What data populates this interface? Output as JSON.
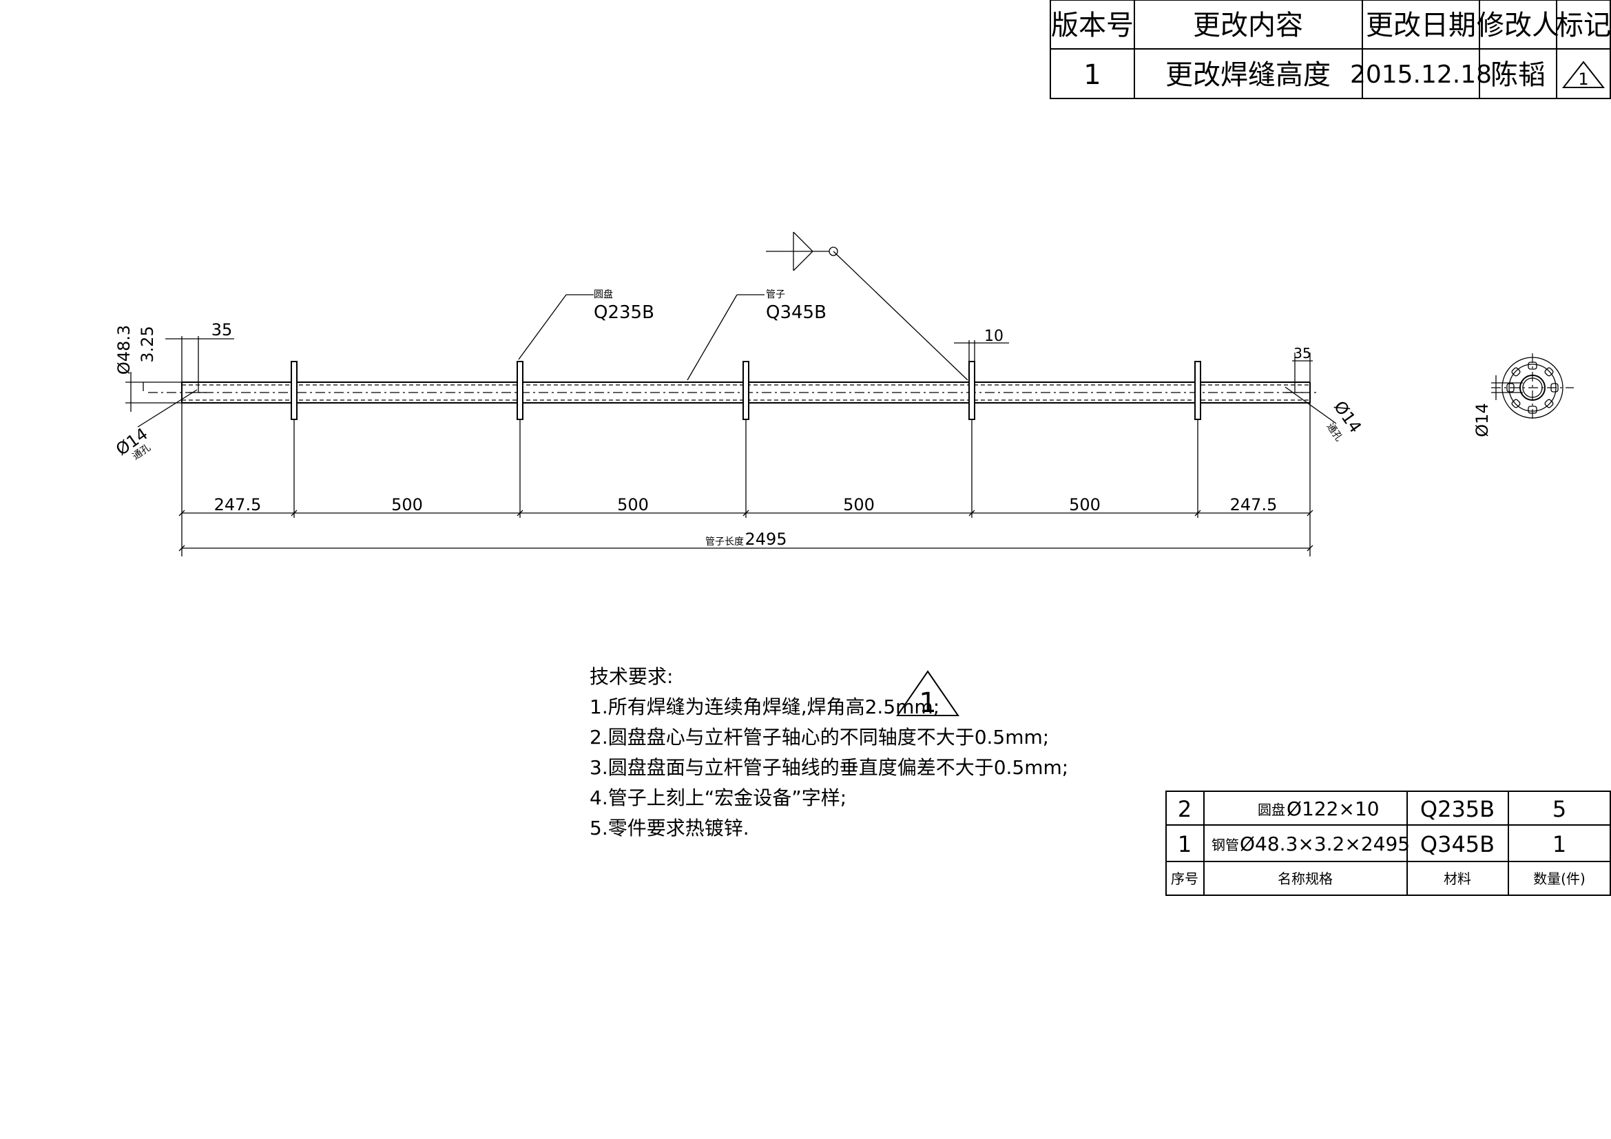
{
  "revision_table": {
    "headers": [
      "版本号",
      "更改内容",
      "更改日期",
      "修改人",
      "标记"
    ],
    "row": {
      "version": "1",
      "content": "更改焊缝高度",
      "date": "2015.12.18",
      "editor": "陈韬",
      "mark": "1"
    }
  },
  "labels": {
    "disc_name": "圆盘",
    "disc_material": "Q235B",
    "pipe_name": "管子",
    "pipe_material": "Q345B",
    "hole_left": "Ø14",
    "hole_left_note": "通孔",
    "hole_right": "Ø14",
    "hole_right_note": "通孔",
    "hole_end_view": "Ø14"
  },
  "dimensions": {
    "outer_dia": "Ø48.3",
    "wall": "3.25",
    "end_left": "35",
    "end_right": "35",
    "disc_thick": "10",
    "segments": [
      "247.5",
      "500",
      "500",
      "500",
      "500",
      "247.5"
    ],
    "total_label": "管子长度",
    "total": "2495"
  },
  "tech_requirements": {
    "title": "技术要求:",
    "items": [
      "1.所有焊缝为连续角焊缝,焊角高2.5mm;",
      "2.圆盘盘心与立杆管子轴心的不同轴度不大于0.5mm;",
      "3.圆盘盘面与立杆管子轴线的垂直度偏差不大于0.5mm;",
      "4.管子上刻上“宏金设备”字样;",
      "5.零件要求热镀锌."
    ],
    "revision_mark": "1"
  },
  "bom": {
    "rows": [
      {
        "no": "2",
        "name_prefix": "圆盘",
        "name_spec": "Ø122×10",
        "material": "Q235B",
        "qty": "5"
      },
      {
        "no": "1",
        "name_prefix": "钢管",
        "name_spec": "Ø48.3×3.2×2495",
        "material": "Q345B",
        "qty": "1"
      }
    ],
    "headers": [
      "序号",
      "名称规格",
      "材料",
      "数量(件)"
    ]
  }
}
